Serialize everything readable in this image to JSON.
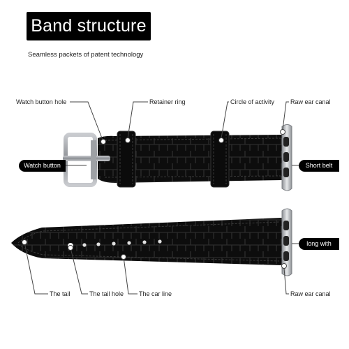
{
  "header": {
    "title": "Band structure",
    "subtitle": "Seamless packets of patent technology"
  },
  "callouts": {
    "watch_button_hole": "Watch button hole",
    "retainer_ring": "Retainer ring",
    "circle_of_activity": "Circle of activity",
    "raw_ear_canal_top": "Raw ear canal",
    "watch_button": "Watch button",
    "short_belt": "Short belt",
    "long_with": "long with",
    "the_tail": "The tail",
    "the_tail_hole": "The tail hole",
    "the_car_line": "The car line",
    "raw_ear_canal_bottom": "Raw ear canal"
  },
  "colors": {
    "leather": "#0d0d0d",
    "stitch": "#2a2a2a",
    "metal": "#b9bcc0",
    "callout_line": "#444444",
    "pill_bg": "#000000"
  }
}
